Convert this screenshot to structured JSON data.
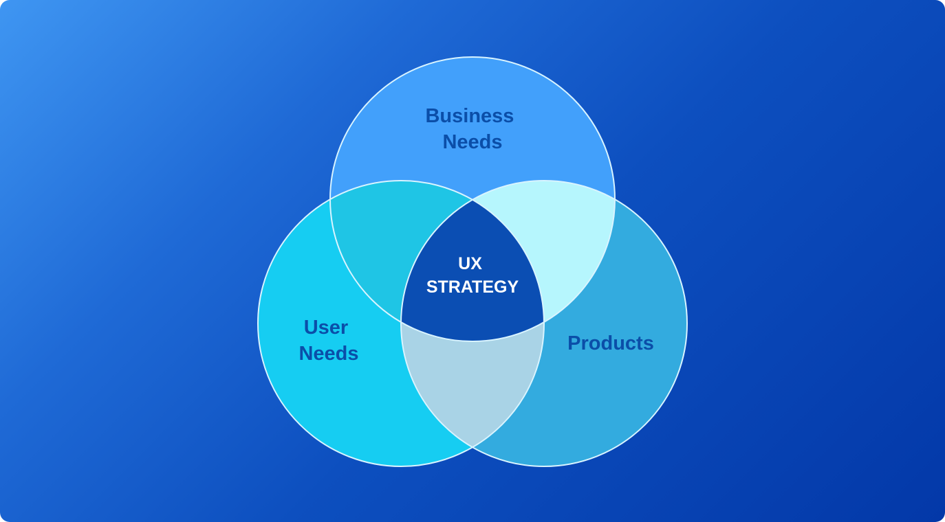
{
  "diagram": {
    "sets": [
      {
        "id": "business",
        "lines": [
          "Business",
          "Needs"
        ],
        "fill": "#42a0fb"
      },
      {
        "id": "user",
        "lines": [
          "User",
          "Needs"
        ],
        "fill": "#16cdf2"
      },
      {
        "id": "products",
        "lines": [
          "Products"
        ],
        "fill": "#33abdf"
      }
    ],
    "intersections": {
      "business_user": "#1fc5e5",
      "business_products": "#b6f6fd",
      "user_products": "#a9d3e6"
    },
    "center": {
      "lines": [
        "UX",
        "STRATEGY"
      ],
      "fill": "#0b4eb3"
    },
    "colors": {
      "set_label": "#0b4ea8",
      "center_label": "#ffffff",
      "outline": "#d9f4ff"
    }
  }
}
